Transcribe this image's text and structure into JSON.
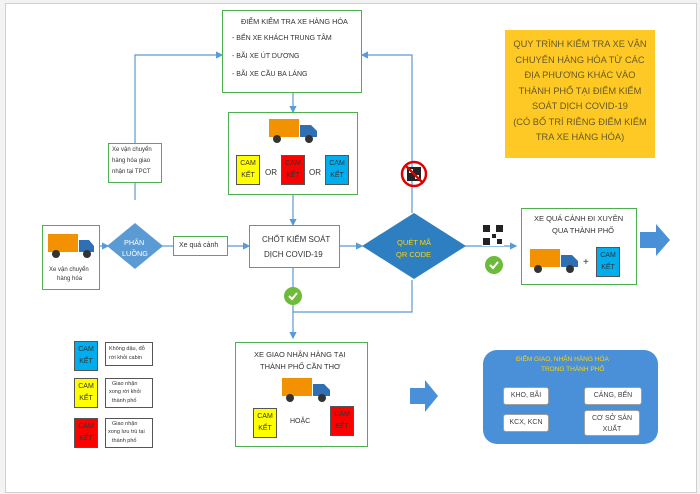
{
  "checkpoint": {
    "title": "ĐIỂM KIỂM TRA XE HÀNG HÓA",
    "items": [
      "- BẾN XE KHÁCH TRUNG TÂM",
      "- BÃI XE ÚT DƯƠNG",
      "- BÃI XE CẦU BA LÁNG"
    ]
  },
  "process_title": [
    "QUY TRÌNH KIỂM TRA XE VẬN",
    "CHUYỂN HÀNG HÓA TỪ CÁC",
    "ĐỊA PHƯƠNG KHÁC VÀO",
    "THÀNH PHỐ TẠI ĐIỂM KIỂM",
    "SOÁT DỊCH COVID-19",
    "(CÓ BỐ TRÍ RIÊNG ĐIỂM KIỂM",
    "TRA XE HÀNG HÓA)"
  ],
  "cam_ket": {
    "line1": "CAM",
    "line2": "KẾT"
  },
  "or_label": "OR",
  "hoac_label": "HOẶC",
  "plus_label": "+",
  "truck_start_label": [
    "Xe vận chuyển",
    "hàng hóa"
  ],
  "phan_luong": [
    "PHÂN",
    "LUỒNG"
  ],
  "city_truck_label": [
    "Xe vận chuyển",
    "hàng hóa giao",
    "nhận tại TPCT"
  ],
  "transit_label": "Xe quá cảnh",
  "control_point": [
    "CHỐT KIỂM SOÁT",
    "DỊCH COVID-19"
  ],
  "scan_qr": [
    "QUÉT MÃ",
    "QR CODE"
  ],
  "transit_box": [
    "XE QUÁ CẢNH ĐI XUYÊN",
    "QUA THÀNH PHỐ"
  ],
  "delivery_box": [
    "XE GIAO NHẬN HÀNG TẠI",
    "THÀNH PHỐ CẦN THƠ"
  ],
  "legend": [
    {
      "text": [
        "Không dậu, đỗ",
        "rời khỏi cabin"
      ]
    },
    {
      "text": [
        "Giao nhận",
        "xong rời khỏi",
        "thành phố"
      ]
    },
    {
      "text": [
        "Giao nhận",
        "xong lưu trú tại",
        "thành phố"
      ]
    }
  ],
  "points": {
    "title": [
      "ĐIỂM GIAO, NHẬN HÀNG HÓA",
      "TRONG THÀNH PHỐ"
    ],
    "items": [
      "KHO, BÃI",
      "CẢNG, BẾN",
      "KCX, KCN",
      "CƠ SỞ SẢN XUẤT"
    ]
  },
  "colors": {
    "yellow": "#ffff00",
    "red": "#ff0000",
    "blue": "#00aeef",
    "orange": "#ffc000",
    "arrow_blue": "#4a90d9",
    "diamond": "#2e7fc1",
    "green_check": "#6dbb3a"
  }
}
